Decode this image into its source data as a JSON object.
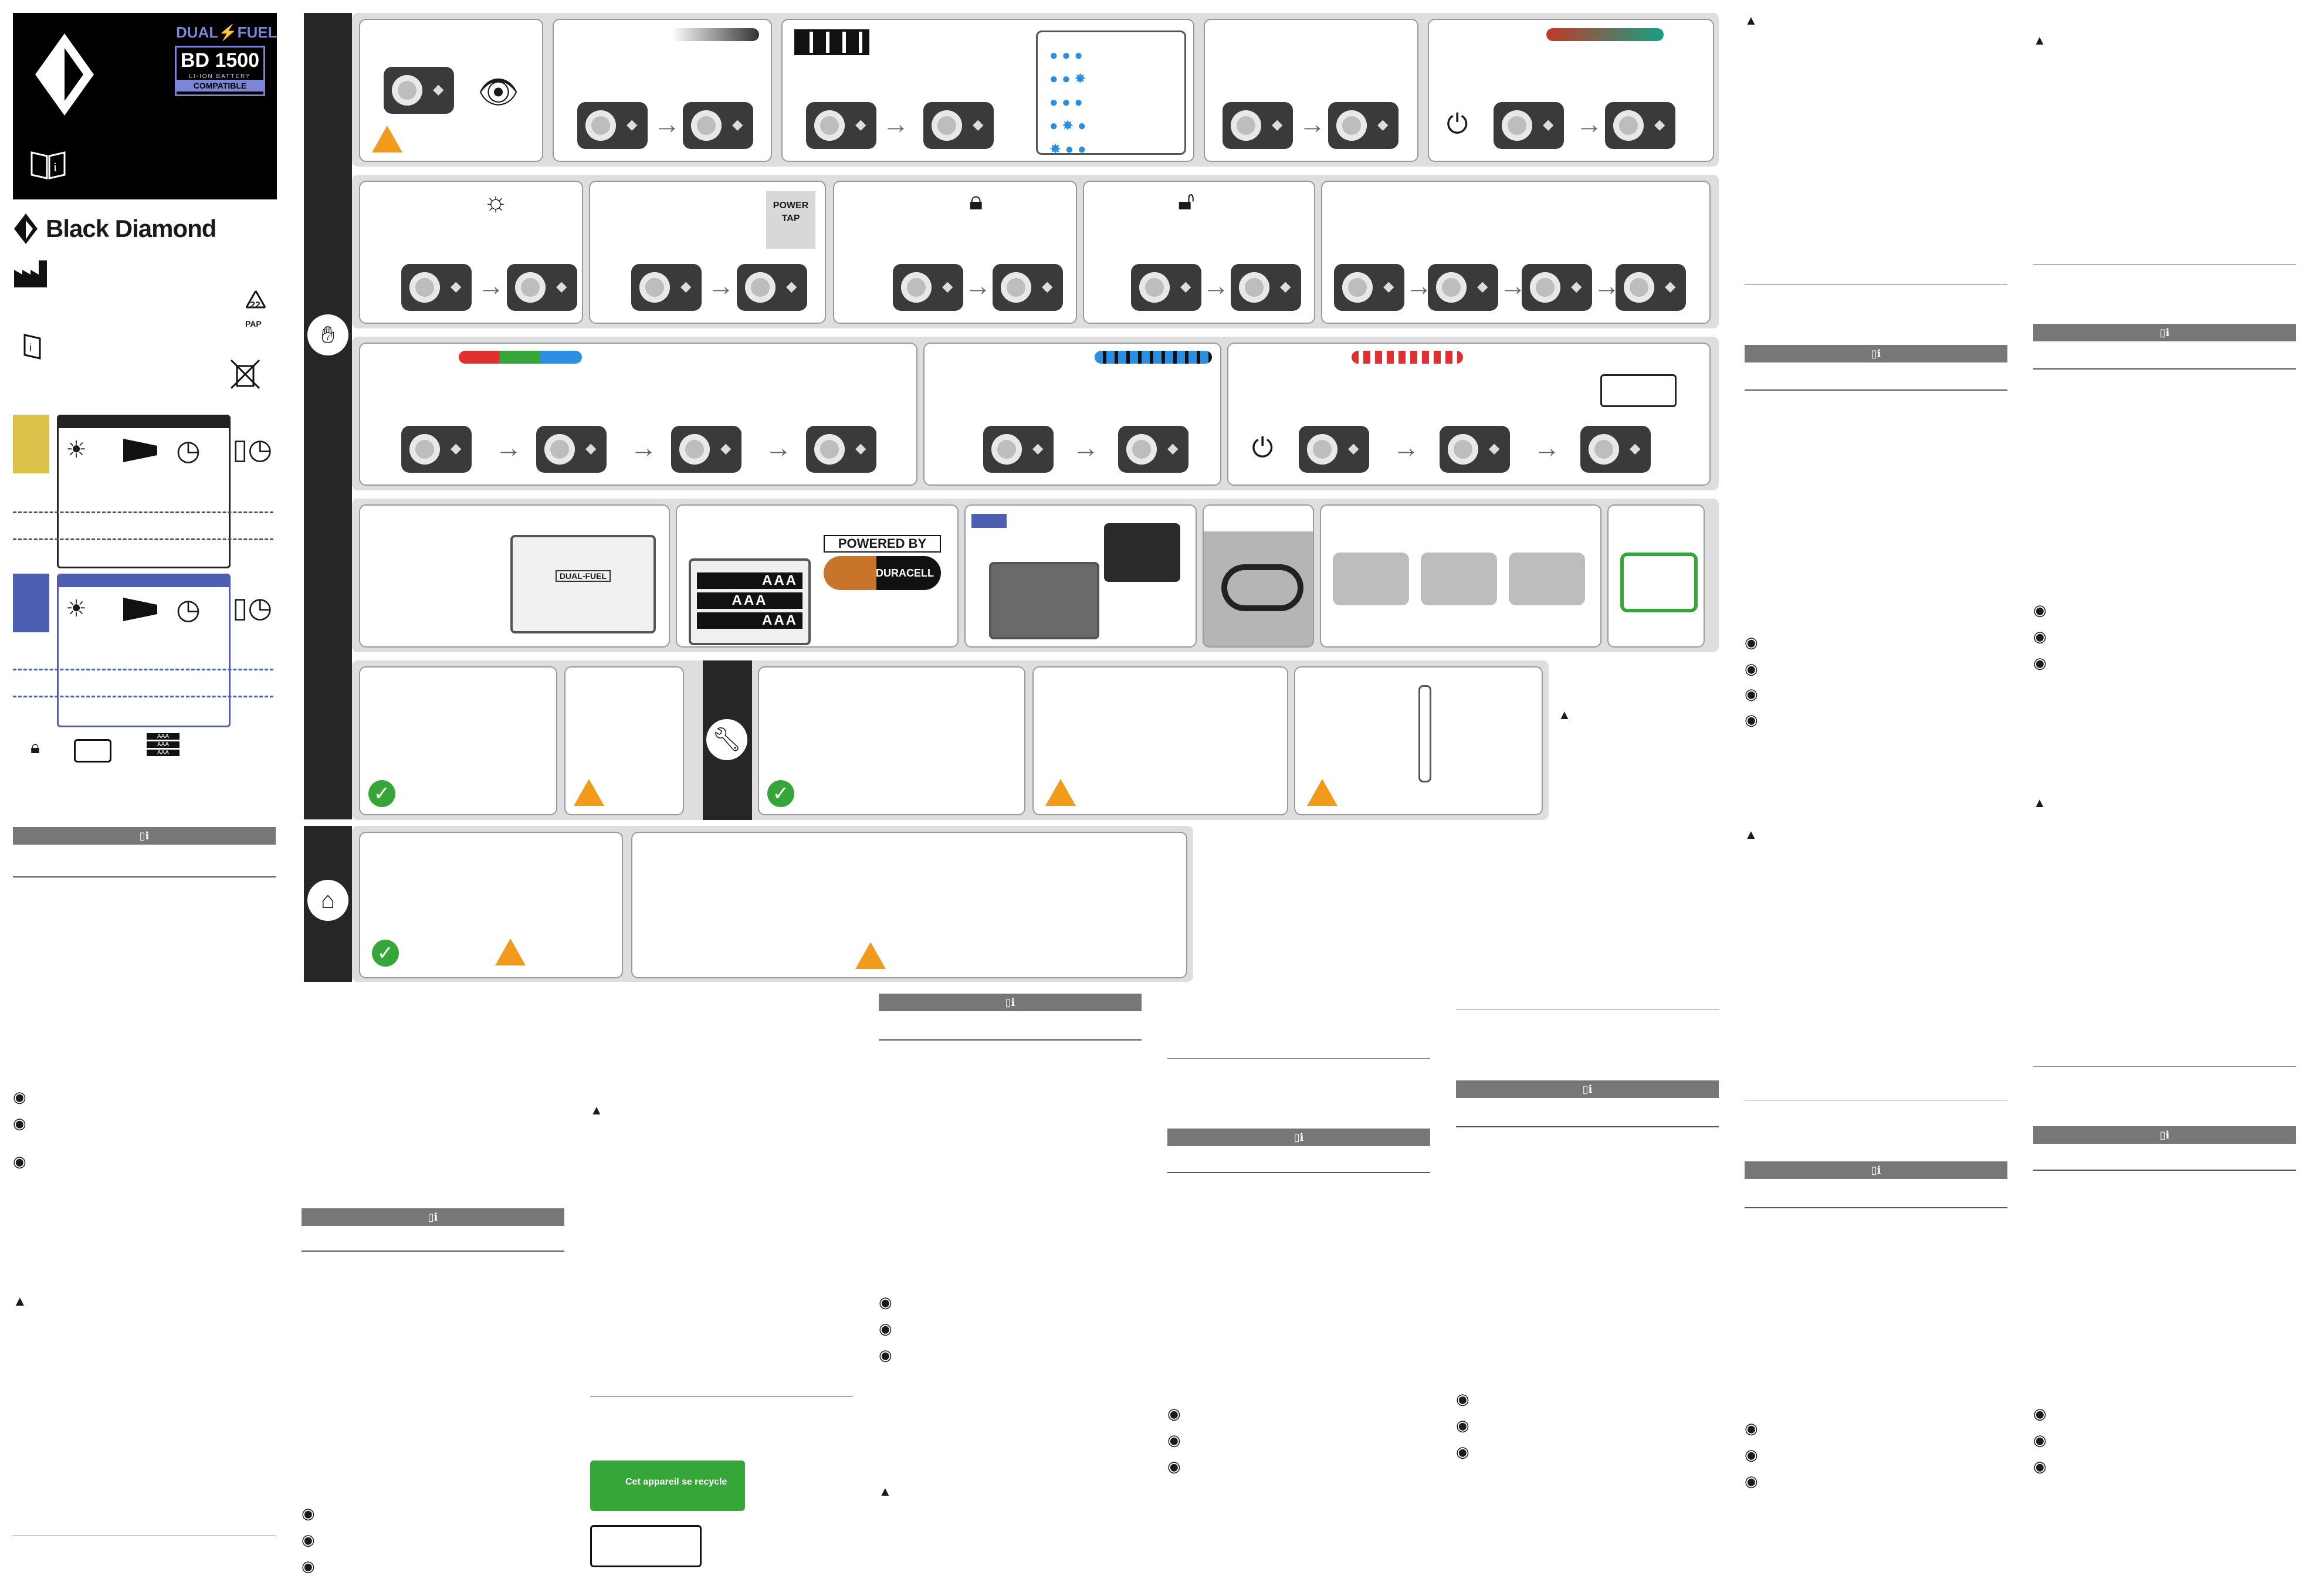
{
  "brand": {
    "name": "Black Diamond",
    "dual_fuel": "DUAL⚡FUEL",
    "battery_model": "BD 1500",
    "battery_type": "LI-ION BATTERY",
    "compatible": "COMPATIBLE",
    "recycle_code": "22",
    "recycle_material": "PAP",
    "battery_label": "AAA"
  },
  "diagram": {
    "power_tap_label": "POWER TAP",
    "powered_by_label": "POWERED BY",
    "duracell_label": "DURACELL",
    "dual_fuel_door_label": "DUAL-FUEL"
  },
  "recycle_logo": {
    "title": "Cet appareil se recycle"
  },
  "colors": {
    "yellow": "#d9c14a",
    "blue": "#4d5fb0",
    "warning": "#f29a1a",
    "ok": "#37a638",
    "dark": "#262626"
  },
  "icons": {
    "info": "book-info-icon",
    "manufacturer": "factory-icon",
    "weee": "crossed-bin-icon",
    "warning": "warning-triangle-icon",
    "hand": "hand-icon",
    "wrench": "wrench-icon",
    "home": "home-icon",
    "lock": "lock-icon",
    "camera": "device-icon"
  }
}
